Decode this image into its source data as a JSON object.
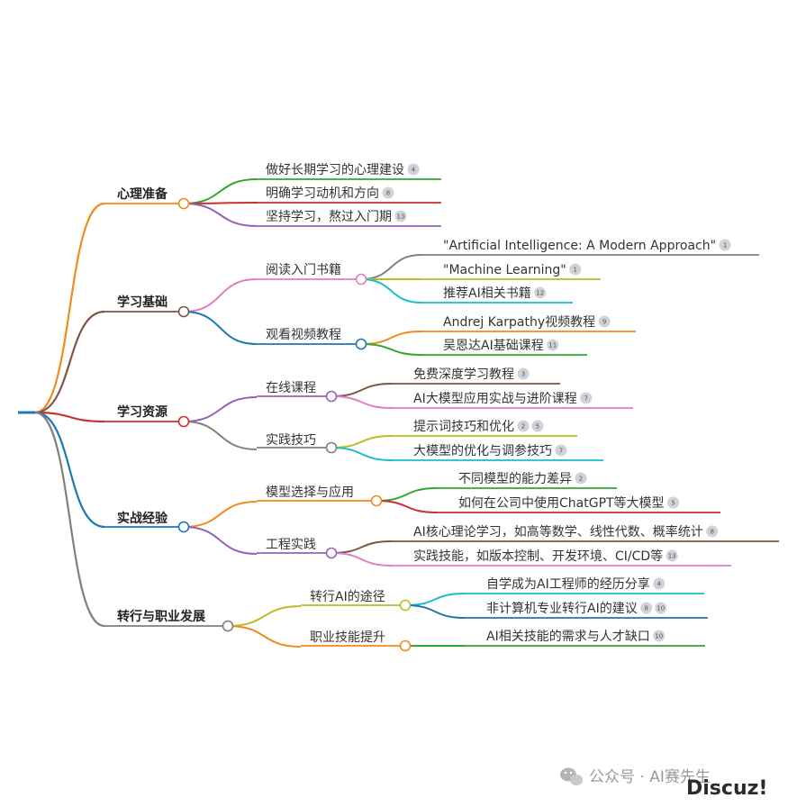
{
  "branches": [
    {
      "label": "心理准备",
      "color": "#f28a1d",
      "children": [
        {
          "label": "做好长期学习的心理建设",
          "badges": [
            "4"
          ],
          "color": "#31a633"
        },
        {
          "label": "明确学习动机和方向",
          "badges": [
            "8"
          ],
          "color": "#c8312e"
        },
        {
          "label": "坚持学习，熬过入门期",
          "badges": [
            "13"
          ],
          "color": "#9462b8"
        }
      ]
    },
    {
      "label": "学习基础",
      "color": "#7e5547",
      "children": [
        {
          "label": "阅读入门书籍",
          "color": "#e27cc4",
          "children": [
            {
              "label": "\"Artificial Intelligence: A Modern Approach\"",
              "badges": [
                "1"
              ],
              "color": "#7f7f7f"
            },
            {
              "label": "\"Machine Learning\"",
              "badges": [
                "1"
              ],
              "color": "#bcbd22"
            },
            {
              "label": "推荐AI相关书籍",
              "badges": [
                "12"
              ],
              "color": "#17becf"
            }
          ]
        },
        {
          "label": "观看视频教程",
          "color": "#1f77b4",
          "children": [
            {
              "label": "Andrej Karpathy视频教程",
              "badges": [
                "9"
              ],
              "color": "#f28a1d"
            },
            {
              "label": "吴恩达AI基础课程",
              "badges": [
                "11"
              ],
              "color": "#31a633"
            }
          ]
        }
      ]
    },
    {
      "label": "学习资源",
      "color": "#c8312e",
      "children": [
        {
          "label": "在线课程",
          "color": "#9462b8",
          "children": [
            {
              "label": "免费深度学习教程",
              "badges": [
                "3"
              ],
              "color": "#7e5547"
            },
            {
              "label": "AI大模型应用实战与进阶课程",
              "badges": [
                "7"
              ],
              "color": "#e27cc4"
            }
          ]
        },
        {
          "label": "实践技巧",
          "color": "#7f7f7f",
          "children": [
            {
              "label": "提示词技巧和优化",
              "badges": [
                "2",
                "5"
              ],
              "color": "#bcbd22"
            },
            {
              "label": "大模型的优化与调参技巧",
              "badges": [
                "7"
              ],
              "color": "#17becf"
            }
          ]
        }
      ]
    },
    {
      "label": "实战经验",
      "color": "#1f77b4",
      "children": [
        {
          "label": "模型选择与应用",
          "color": "#f28a1d",
          "children": [
            {
              "label": "不同模型的能力差异",
              "badges": [
                "2"
              ],
              "color": "#31a633"
            },
            {
              "label": "如何在公司中使用ChatGPT等大模型",
              "badges": [
                "5"
              ],
              "color": "#c8312e"
            }
          ]
        },
        {
          "label": "工程实践",
          "color": "#9462b8",
          "children": [
            {
              "label": "AI核心理论学习，如高等数学、线性代数、概率统计",
              "badges": [
                "8"
              ],
              "color": "#7e5547"
            },
            {
              "label": "实践技能，如版本控制、开发环境、CI/CD等",
              "badges": [
                "13"
              ],
              "color": "#e27cc4"
            }
          ]
        }
      ]
    },
    {
      "label": "转行与职业发展",
      "color": "#7f7f7f",
      "children": [
        {
          "label": "转行AI的途径",
          "color": "#bcbd22",
          "children": [
            {
              "label": "自学成为AI工程师的经历分享",
              "badges": [
                "4"
              ],
              "color": "#17becf"
            },
            {
              "label": "非计算机专业转行AI的建议",
              "badges": [
                "8",
                "10"
              ],
              "color": "#1f77b4"
            }
          ]
        },
        {
          "label": "职业技能提升",
          "color": "#f28a1d",
          "children": [
            {
              "label": "AI相关技能的需求与人才缺口",
              "badges": [
                "10"
              ],
              "color": "#31a633"
            }
          ]
        }
      ]
    }
  ],
  "colors": {
    "root": "#1f77b4",
    "text": "#333333",
    "badge_bg": "#cfd3d9"
  },
  "watermark": {
    "icon": "wechat-icon",
    "text": "公众号 · AI赛先生",
    "brand": "Discuz!"
  }
}
